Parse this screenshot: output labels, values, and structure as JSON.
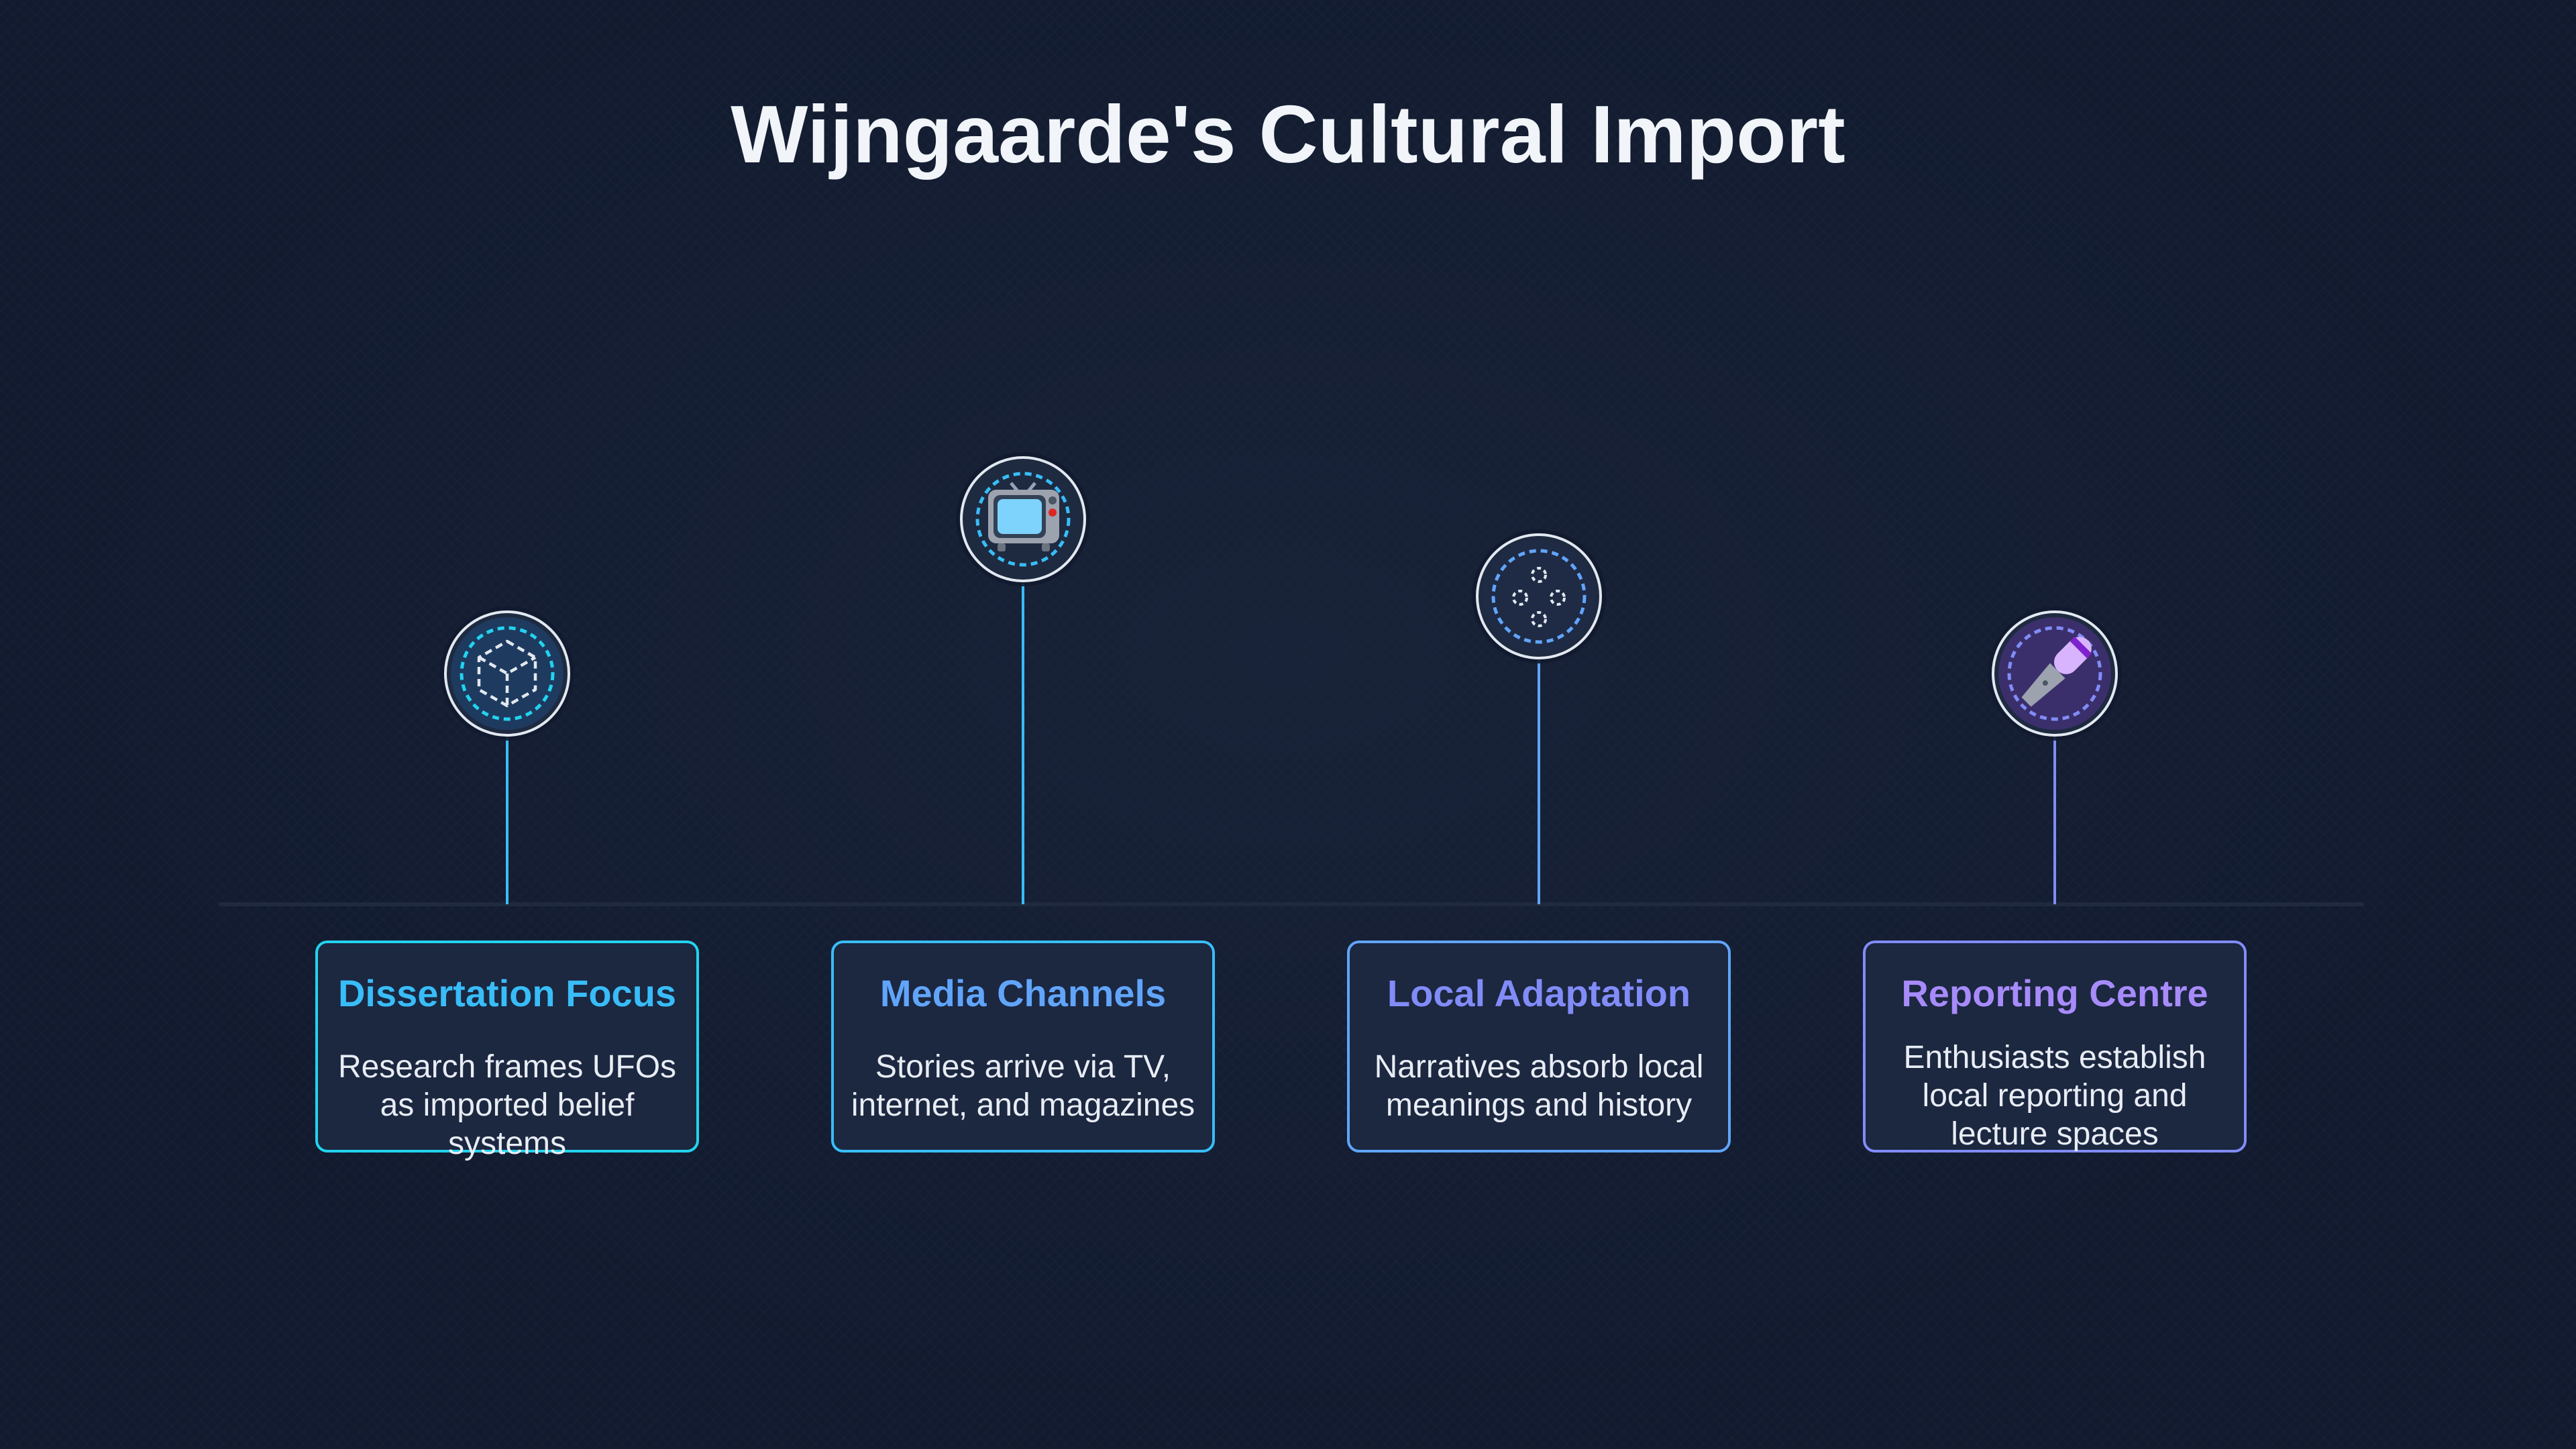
{
  "title": "Wijngaarde's Cultural Import",
  "colors": {
    "background": "#111a2e",
    "card_fill": "#1c2740",
    "baseline": "#1f2a3e"
  },
  "milestones": [
    {
      "title": "Dissertation Focus",
      "description": "Research frames UFOs as imported belief systems",
      "icon": "cube-icon",
      "accent": "#38bdf8",
      "title_color": "#38bdf8",
      "border": "#22d3ee"
    },
    {
      "title": "Media Channels",
      "description": "Stories arrive via TV, internet, and magazines",
      "icon": "television-icon",
      "accent": "#38bdf8",
      "title_color": "#60a5fa",
      "border": "#38bdf8"
    },
    {
      "title": "Local Adaptation",
      "description": "Narratives absorb local meanings and history",
      "icon": "network-nodes-icon",
      "accent": "#60a5fa",
      "title_color": "#818cf8",
      "border": "#60a5fa"
    },
    {
      "title": "Reporting Centre",
      "description": "Enthusiasts establish local reporting and lecture spaces",
      "icon": "microphone-icon",
      "accent": "#818cf8",
      "title_color": "#a78bfa",
      "border": "#818cf8"
    }
  ]
}
